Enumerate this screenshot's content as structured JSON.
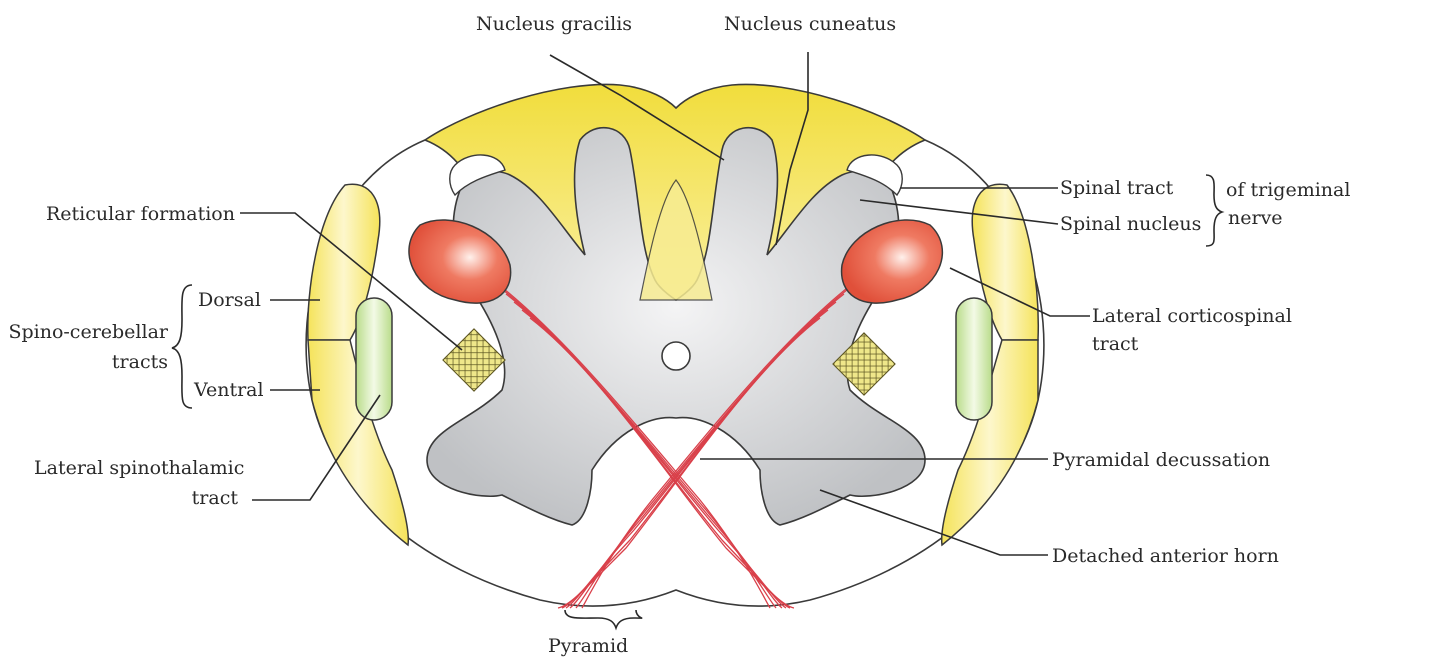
{
  "labels": {
    "nucleus_gracilis": "Nucleus gracilis",
    "nucleus_cuneatus": "Nucleus cuneatus",
    "spinal_tract": "Spinal tract",
    "spinal_nucleus": "Spinal nucleus",
    "of_trigeminal_1": "of trigeminal",
    "of_trigeminal_2": "nerve",
    "reticular_formation": "Reticular formation",
    "dorsal": "Dorsal",
    "ventral": "Ventral",
    "spino_cerebellar_1": "Spino-cerebellar",
    "spino_cerebellar_2": "tracts",
    "lateral_corticospinal_1": "Lateral corticospinal",
    "lateral_corticospinal_2": "tract",
    "lateral_spinothalamic_1": "Lateral spinothalamic",
    "lateral_spinothalamic_2": "tract",
    "pyramidal_decussation": "Pyramidal decussation",
    "detached_anterior_horn": "Detached anterior horn",
    "pyramid": "Pyramid"
  },
  "colors": {
    "white_matter": "#ffffff",
    "posterior_columns": "#f3e25a",
    "grey_matter": "#c9cbce",
    "corticospinal": "#e8664f",
    "fibers": "#d9404a",
    "spinocerebellar": "#f8ec8a",
    "spinothalamic": "#dff0c0",
    "reticular": "#d6cc4a"
  }
}
